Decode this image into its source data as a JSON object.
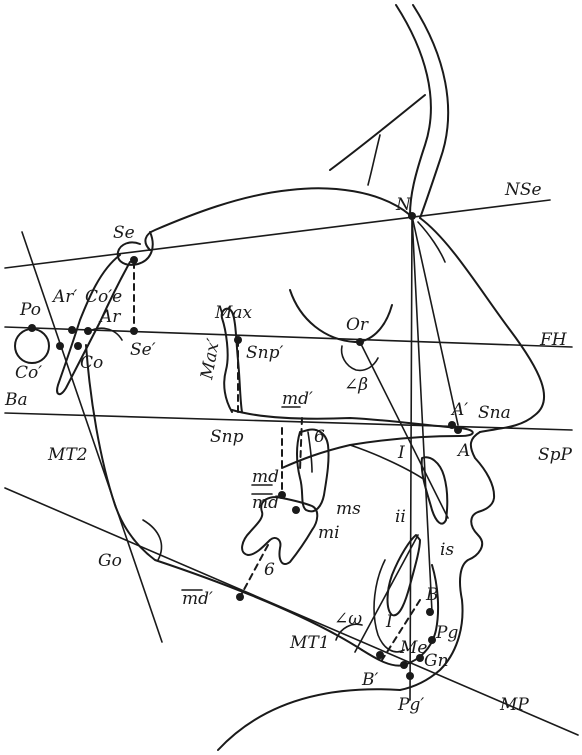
{
  "lines": {
    "nse": "NSe",
    "fh": "FH",
    "spp": "SpP",
    "mp": "MP",
    "mt1": "MT1",
    "mt2": "MT2"
  },
  "points": {
    "n": "N",
    "se": "Se",
    "po": "Po",
    "ar_prime": "Ar′",
    "co_e_prime": "Co′e",
    "ar": "Ar",
    "se_prime": "Se′",
    "co": "Co",
    "co_prime": "Co′",
    "ba": "Ba",
    "max": "Max",
    "max_prime": "Max′",
    "snp_prime": "Snp′",
    "snp": "Snp",
    "or": "Or",
    "a_prime": "A′",
    "sna": "Sna",
    "a": "A",
    "i_upper": "I",
    "is": "is",
    "ii": "ii",
    "i_lower": "I",
    "b": "B",
    "pg": "Pg",
    "me": "Me",
    "gn": "Gn",
    "b_prime": "B′",
    "pg_prime": "Pg′",
    "go": "Go"
  },
  "teeth": {
    "md_prime": "md′",
    "six_upper": "6",
    "md": "md",
    "md_bar": "md",
    "ms": "ms",
    "mi": "mi",
    "md_bar_prime": "md′",
    "six_lower": "6"
  },
  "angles": {
    "beta": "∠β",
    "omega": "∠ω"
  }
}
